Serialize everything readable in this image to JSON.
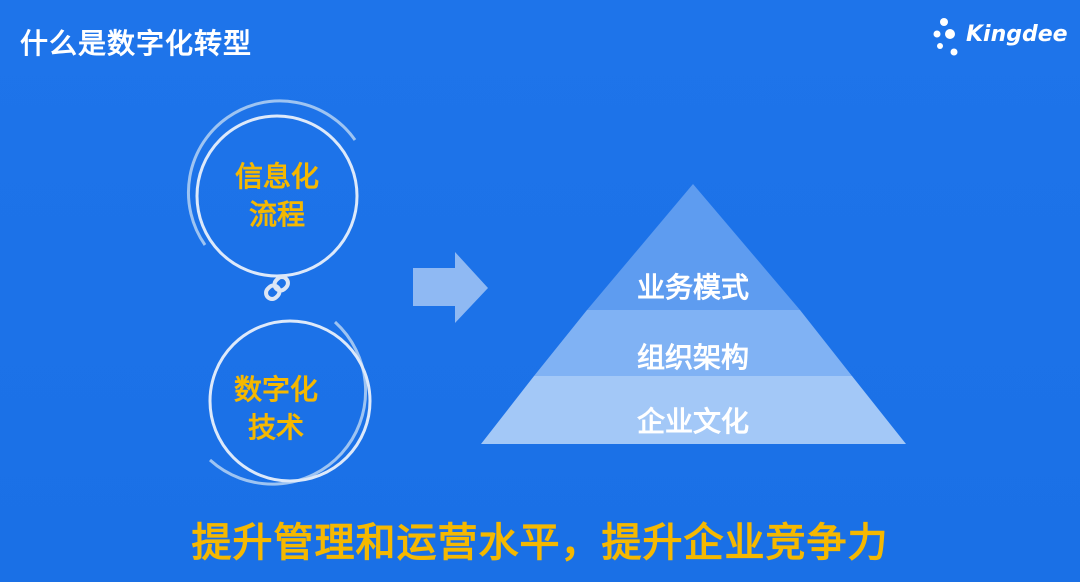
{
  "slide": {
    "title": "什么是数字化转型",
    "logo_text": "Kingdee",
    "rings": [
      {
        "line1": "信息化",
        "line2": "流程"
      },
      {
        "line1": "数字化",
        "line2": "技术"
      }
    ],
    "pyramid": [
      "业务模式",
      "组织架构",
      "企业文化"
    ],
    "tagline": "提升管理和运营水平，提升企业竞争力"
  },
  "colors": {
    "background": "#1A73E8",
    "accent_yellow": "#F5B800",
    "white": "#FFFFFF"
  },
  "icons": [
    "logo-dots-icon",
    "link-chain-icon",
    "right-arrow-icon"
  ]
}
